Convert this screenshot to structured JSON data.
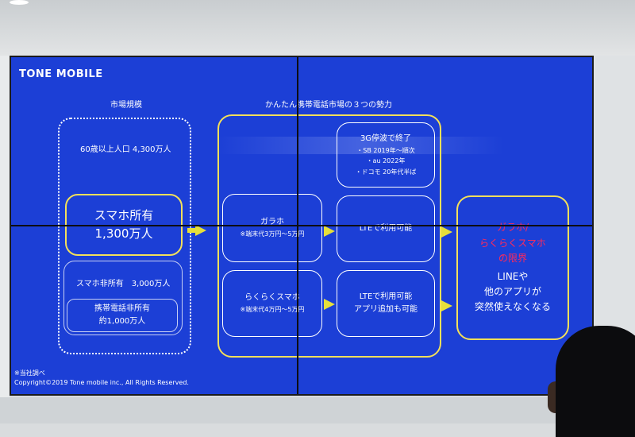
{
  "slide": {
    "brand": "TONE MOBILE",
    "left_heading": "市場規模",
    "right_heading": "かんたん携帯電話市場の３つの勢力",
    "population": "60歳以上人口 4,300万人",
    "smartphone_label": "スマホ所有",
    "smartphone_count": "1,300万人",
    "non_smartphone": "スマホ非所有　3,000万人",
    "non_mobile_label": "携帯電話非所有",
    "non_mobile_count": "約1,000万人",
    "garaho_label": "ガラホ",
    "garaho_price": "※端末代3万円〜5万円",
    "rakuraku_label": "らくらくスマホ",
    "rakuraku_price": "※端末代4万円〜5万円",
    "g3_title": "3G停波で終了",
    "g3_line1": "・SB 2019年〜順次",
    "g3_line2": "・au 2022年",
    "g3_line3": "・ドコモ 20年代半ば",
    "lte1": "LTEで利用可能",
    "lte2_line1": "LTEで利用可能",
    "lte2_line2": "アプリ追加も可能",
    "limit_red1": "ガラホ/",
    "limit_red2": "らくらくスマホ",
    "limit_red3": "の限界",
    "limit_w1": "LINEや",
    "limit_w2": "他のアプリが",
    "limit_w3": "突然使えなくなる",
    "footnote": "※当社調べ",
    "copyright": "Copyright©2019 Tone mobile inc., All Rights Reserved."
  },
  "colors": {
    "screen": "#1c3fd6",
    "accent_yellow": "#f4e05a",
    "alert_red": "#ff2a5a"
  }
}
